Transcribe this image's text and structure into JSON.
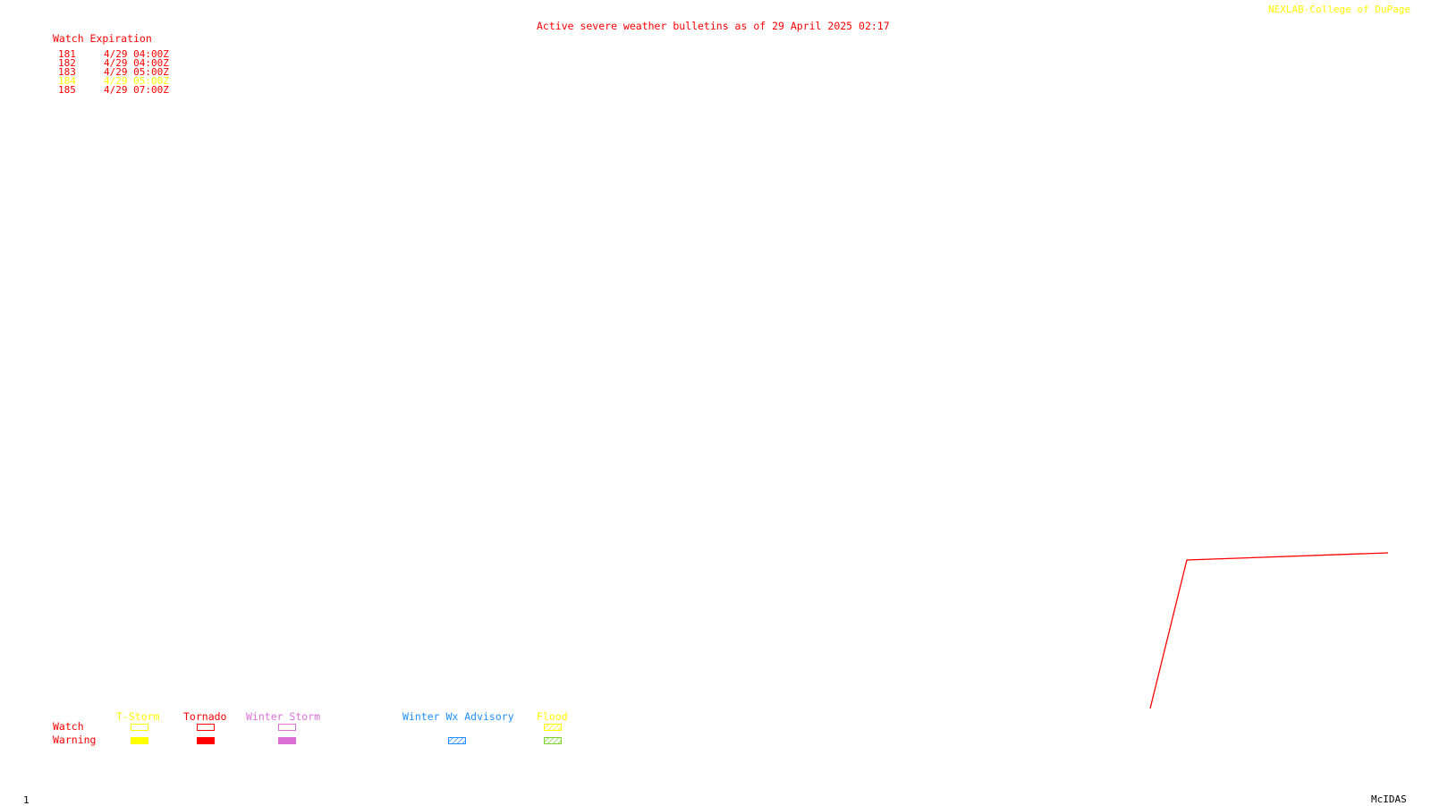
{
  "title": "Active severe weather bulletins as of 29 April 2025 02:17",
  "credit": "NEXLAB-College of DuPage",
  "watch_table": {
    "header": "Watch Expiration",
    "rows": [
      {
        "number": "181",
        "expires": "4/29 04:00Z",
        "color": "#ff0000"
      },
      {
        "number": "182",
        "expires": "4/29 04:00Z",
        "color": "#ff0000"
      },
      {
        "number": "183",
        "expires": "4/29 05:00Z",
        "color": "#ff0000"
      },
      {
        "number": "184",
        "expires": "4/29 05:00Z",
        "color": "#ffff00"
      },
      {
        "number": "185",
        "expires": "4/29 07:00Z",
        "color": "#ff0000"
      }
    ]
  },
  "legend": {
    "row_labels": {
      "watch": "Watch",
      "warning": "Warning"
    },
    "categories": [
      {
        "label": "T-Storm",
        "color": "#ffff00",
        "pattern": "solid"
      },
      {
        "label": "Tornado",
        "color": "#ff0000",
        "pattern": "solid"
      },
      {
        "label": "Winter Storm",
        "color": "#da70d6",
        "pattern": "solid"
      },
      {
        "label": "Winter Wx Advisory",
        "color": "#1e90ff",
        "pattern": "hatched"
      },
      {
        "label": "Flood",
        "color": "#ffff00",
        "warning_color": "#7cd32e",
        "pattern": "hatched"
      }
    ]
  },
  "page_number": "1",
  "software": "McIDAS",
  "colors": {
    "text_primary": "#ff0000",
    "credit": "#ffff00",
    "boundary_line": "#ff0000",
    "background": "#ffffff"
  }
}
